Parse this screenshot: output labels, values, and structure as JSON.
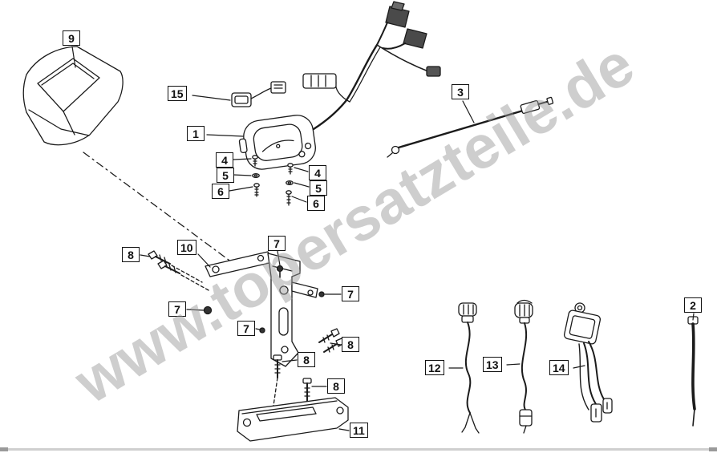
{
  "watermark": {
    "text": "www.topersatzteile.de"
  },
  "diagram": {
    "labels": {
      "l9": "9",
      "l15": "15",
      "l1": "1",
      "l3": "3",
      "l4_left": "4",
      "l5_left": "5",
      "l6_left": "6",
      "l4_right": "4",
      "l5_right": "5",
      "l6_right": "6",
      "l8_left": "8",
      "l10": "10",
      "l7_top": "7",
      "l7_right": "7",
      "l7_left": "7",
      "l7_mid": "7",
      "l8_right": "8",
      "l8_mid": "8",
      "l8_low": "8",
      "l11": "11",
      "l12": "12",
      "l13": "13",
      "l14": "14",
      "l2": "2"
    }
  }
}
